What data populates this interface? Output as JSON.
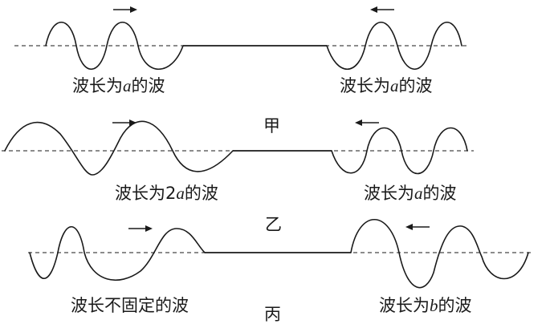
{
  "panels": [
    {
      "caption": "甲",
      "left_wave": {
        "label_pre": "波长为",
        "label_var": "a",
        "label_post": "的波"
      },
      "right_wave": {
        "label_pre": "波长为",
        "label_var": "a",
        "label_post": "的波"
      }
    },
    {
      "caption": "乙",
      "left_wave": {
        "label_pre": "波长为2",
        "label_var": "a",
        "label_post": "的波"
      },
      "right_wave": {
        "label_pre": "波长为",
        "label_var": "a",
        "label_post": "的波"
      }
    },
    {
      "caption": "丙",
      "left_wave": {
        "label_pre": "波长不固定的波",
        "label_var": "",
        "label_post": ""
      },
      "right_wave": {
        "label_pre": "波长为",
        "label_var": "b",
        "label_post": "的波"
      }
    }
  ]
}
